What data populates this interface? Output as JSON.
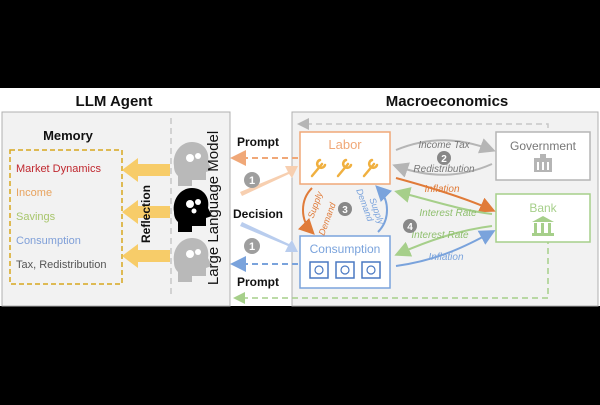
{
  "sections": {
    "agent_title": "LLM Agent",
    "macro_title": "Macroeconomics"
  },
  "memory": {
    "title": "Memory",
    "items": [
      {
        "label": "Market Dynamics",
        "color": "#c0282f"
      },
      {
        "label": "Income",
        "color": "#e8a35e"
      },
      {
        "label": "Savings",
        "color": "#a8c66c"
      },
      {
        "label": "Consumption",
        "color": "#7f9fd8"
      },
      {
        "label": "Tax, Redistribution",
        "color": "#555555"
      }
    ]
  },
  "agent": {
    "reflection_label": "Reflection",
    "llm_label": "Large Language Model"
  },
  "flow": {
    "prompt_top": "Prompt",
    "decision": "Decision",
    "prompt_bottom": "Prompt",
    "step1": "1",
    "step2": "2",
    "step3": "3",
    "step4": "4"
  },
  "nodes": {
    "labor": "Labor",
    "consumption": "Consumption",
    "government": "Government",
    "bank": "Bank"
  },
  "edges": {
    "income_tax": "Income Tax",
    "redistribution": "Redistribution",
    "inflation_top": "Inflation",
    "interest_rate_top": "Interest Rate",
    "interest_rate_bottom": "Interest Rate",
    "inflation_bottom": "Inflation",
    "supply_left": "Supply",
    "demand_left": "Demand",
    "demand_right": "Demand",
    "supply_right": "Supply"
  },
  "colors": {
    "labor": "#f0a878",
    "consumption": "#7aa3dc",
    "government": "#b5b5b5",
    "bank": "#a6cf8a",
    "arrow_yellow": "#f7c85a",
    "memory_border": "#d8a820"
  }
}
